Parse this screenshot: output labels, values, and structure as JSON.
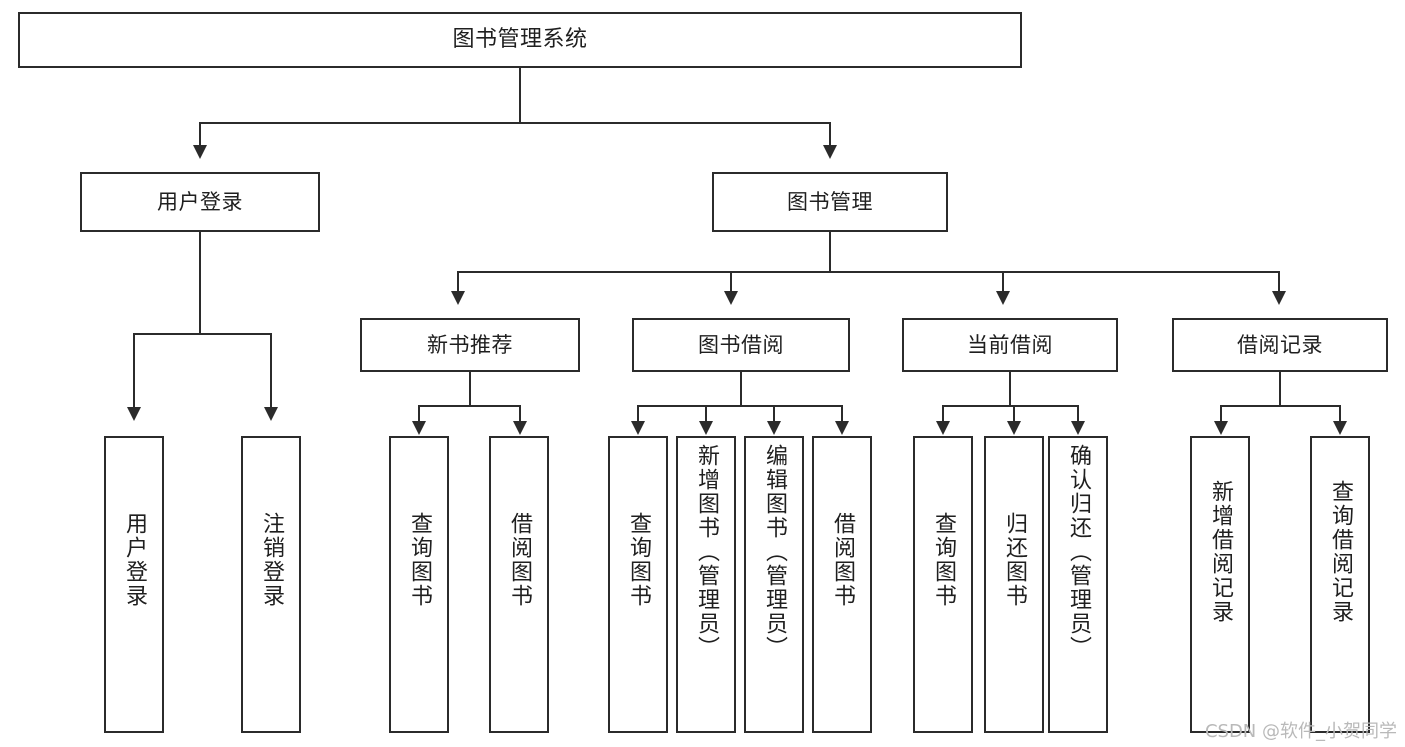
{
  "diagram": {
    "title": "图书管理系统",
    "type": "hierarchy-tree",
    "watermark": "CSDN @软件_小贺同学",
    "colors": {
      "box_border": "#2b2b2b",
      "box_fill": "#ffffff",
      "connector": "#2b2b2b",
      "text": "#1f1f1f",
      "watermark": "#b9b9b9",
      "background": "#ffffff"
    },
    "root": {
      "label": "图书管理系统"
    },
    "level2": [
      {
        "label": "用户登录"
      },
      {
        "label": "图书管理"
      }
    ],
    "level3": [
      {
        "label": "新书推荐"
      },
      {
        "label": "图书借阅"
      },
      {
        "label": "当前借阅"
      },
      {
        "label": "借阅记录"
      }
    ],
    "leaves": {
      "user_login": [
        {
          "label": "用户登录"
        },
        {
          "label": "注销登录"
        }
      ],
      "new_book_recommend": [
        {
          "label": "查询图书"
        },
        {
          "label": "借阅图书"
        }
      ],
      "book_borrow": [
        {
          "label": "查询图书"
        },
        {
          "label": "新增图书（管理员）"
        },
        {
          "label": "编辑图书（管理员）"
        },
        {
          "label": "借阅图书"
        }
      ],
      "current_borrow": [
        {
          "label": "查询图书"
        },
        {
          "label": "归还图书"
        },
        {
          "label": "确认归还（管理员）"
        }
      ],
      "borrow_record": [
        {
          "label": "新增借阅记录"
        },
        {
          "label": "查询借阅记录"
        }
      ]
    }
  }
}
